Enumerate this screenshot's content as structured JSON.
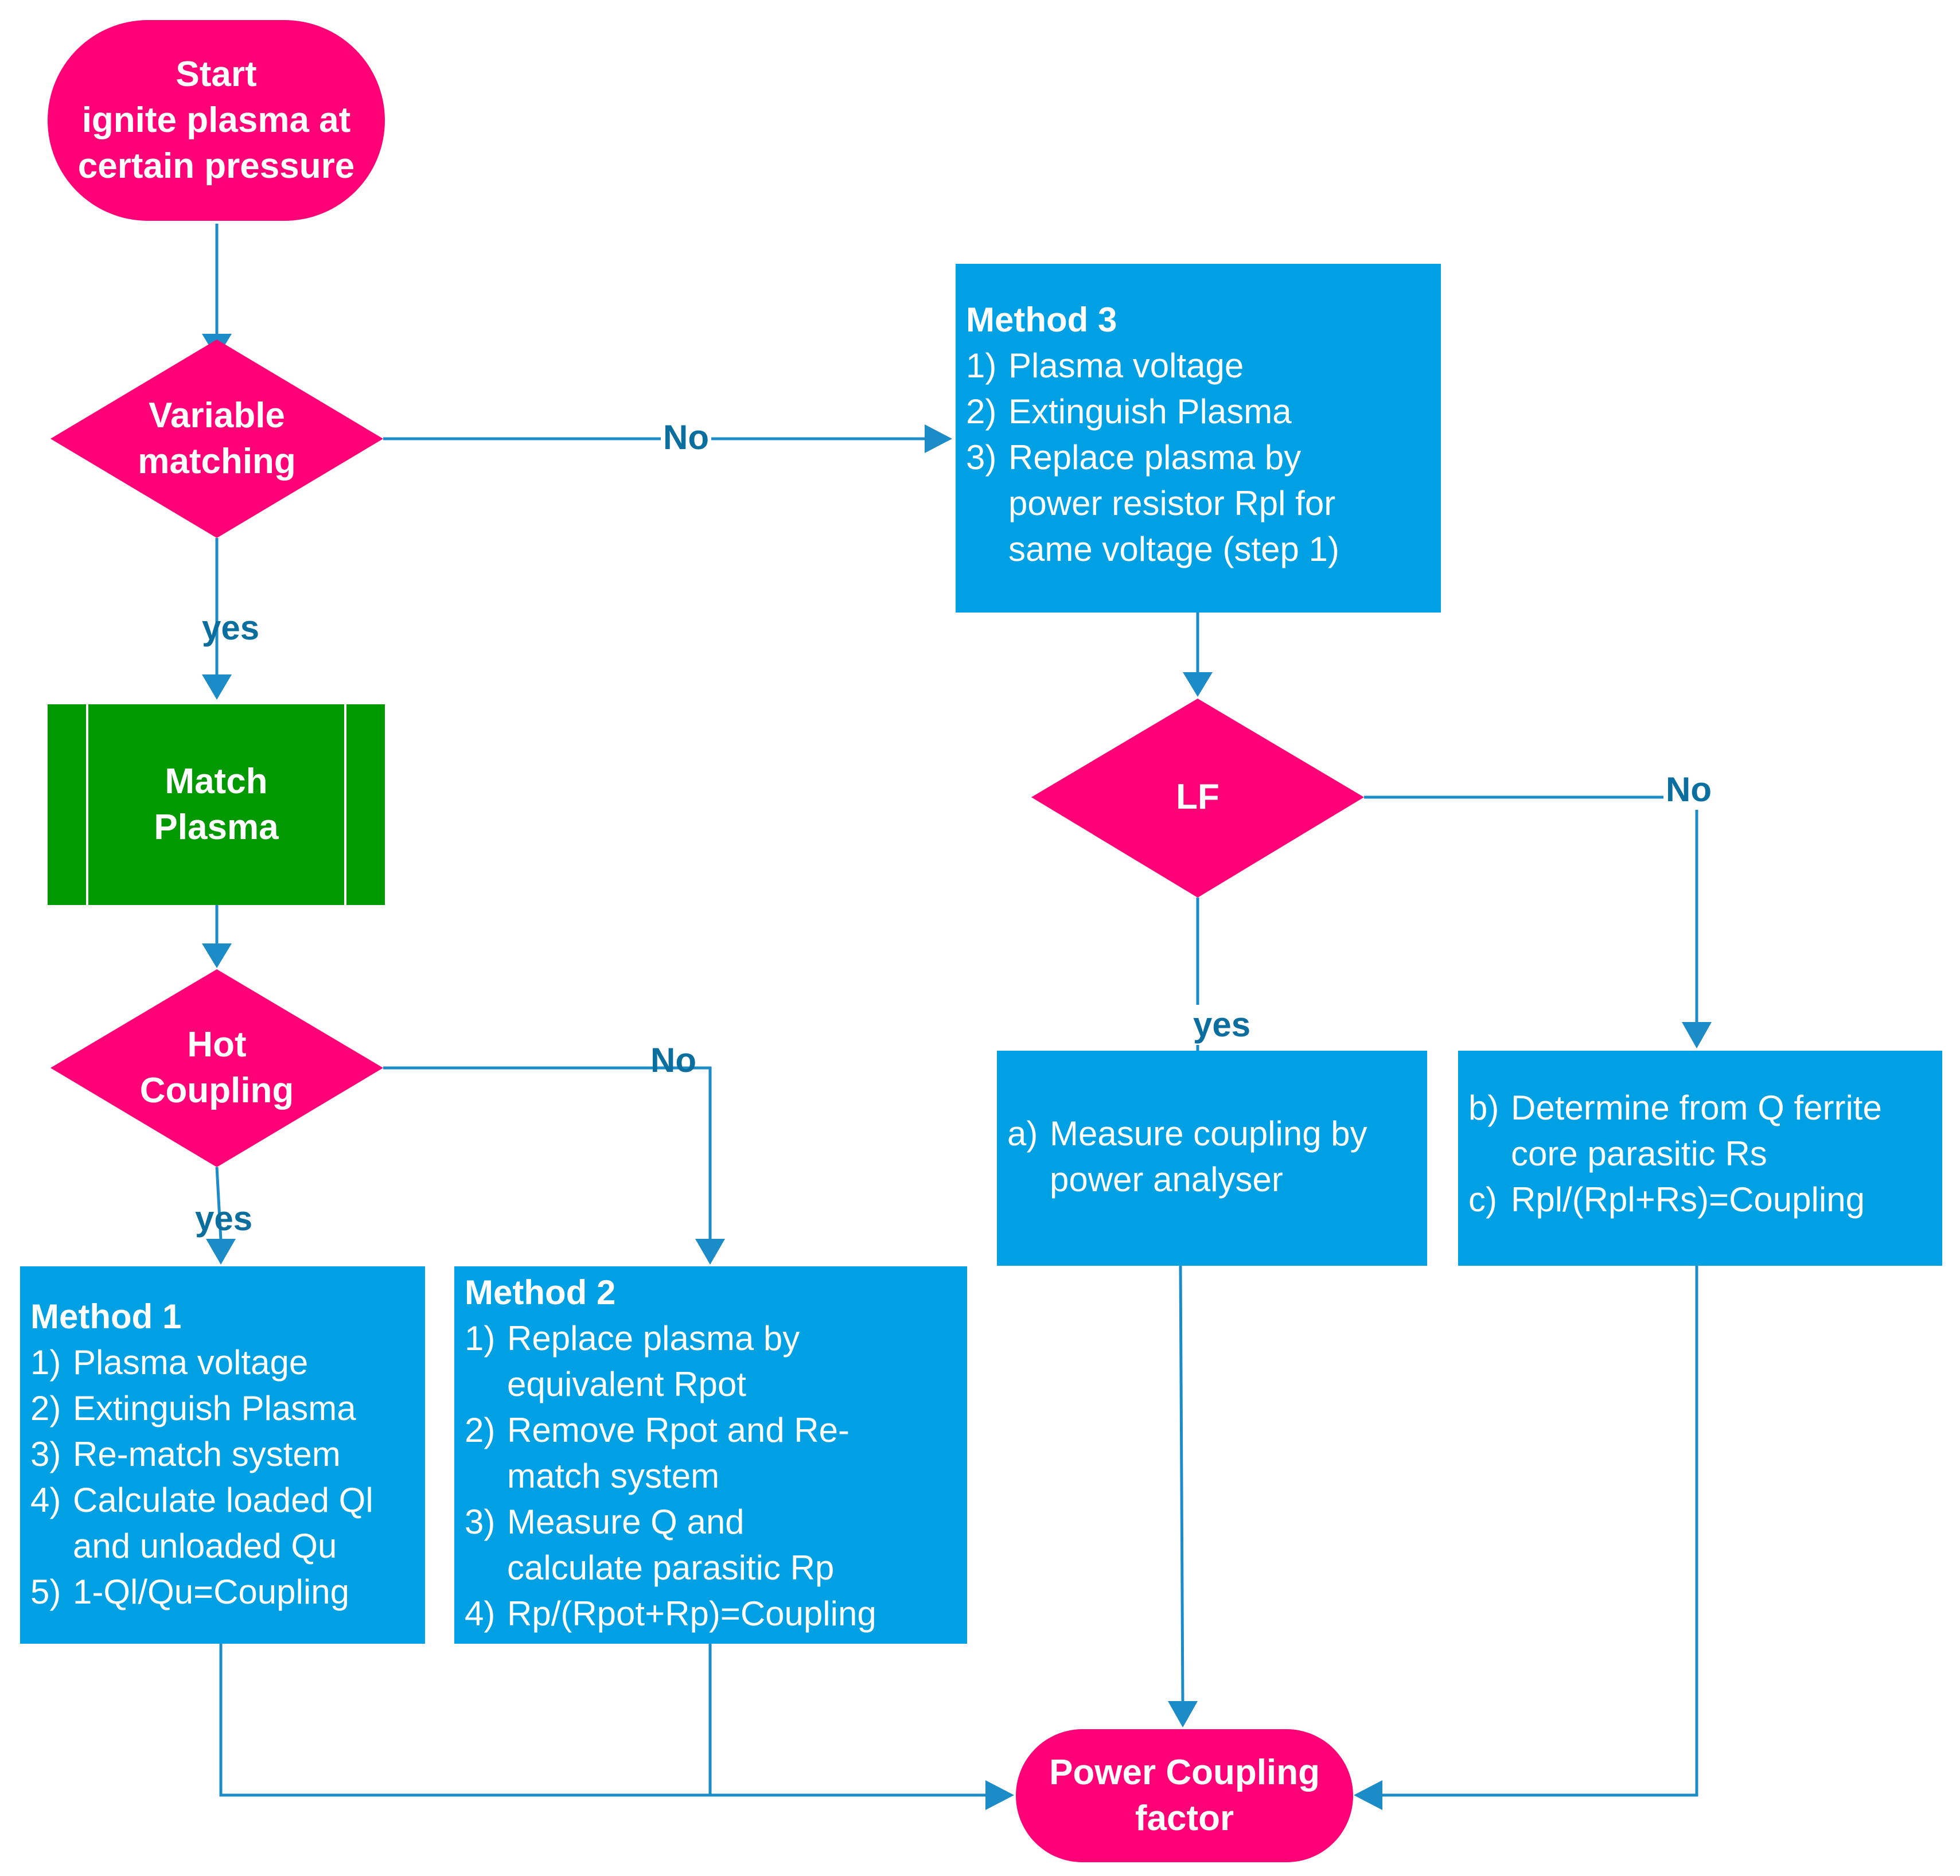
{
  "colors": {
    "terminal": "#ff0077",
    "decision": "#ff0077",
    "process": "#009900",
    "method_box": "#00a0e4",
    "connector": "#1b8cc8",
    "edge_label": "#0a6e9e"
  },
  "nodes": {
    "start": {
      "lines": [
        "Start",
        "ignite plasma at",
        "certain pressure"
      ]
    },
    "variable_matching": {
      "lines": [
        "Variable",
        "matching"
      ]
    },
    "match_plasma": {
      "lines": [
        "Match",
        "Plasma"
      ]
    },
    "hot_coupling": {
      "lines": [
        "Hot",
        "Coupling"
      ]
    },
    "lf": {
      "lines": [
        "LF"
      ]
    },
    "end": {
      "lines": [
        "Power Coupling",
        "factor"
      ]
    }
  },
  "methods": {
    "method1": {
      "title": "Method 1",
      "items": [
        {
          "num": "1)",
          "lines": [
            "Plasma voltage"
          ]
        },
        {
          "num": "2)",
          "lines": [
            "Extinguish Plasma"
          ]
        },
        {
          "num": "3)",
          "lines": [
            "Re-match system"
          ]
        },
        {
          "num": "4)",
          "lines": [
            "Calculate loaded Ql",
            "and unloaded Qu"
          ]
        },
        {
          "num": "5)",
          "lines": [
            "1-Ql/Qu=Coupling"
          ]
        }
      ]
    },
    "method2": {
      "title": "Method 2",
      "items": [
        {
          "num": "1)",
          "lines": [
            "Replace plasma by",
            "equivalent Rpot"
          ]
        },
        {
          "num": "2)",
          "lines": [
            "Remove Rpot and Re-",
            "match system"
          ]
        },
        {
          "num": "3)",
          "lines": [
            "Measure Q and",
            "calculate parasitic Rp"
          ]
        },
        {
          "num": "4)",
          "lines": [
            "Rp/(Rpot+Rp)=Coupling"
          ]
        }
      ]
    },
    "method3": {
      "title": "Method 3",
      "items": [
        {
          "num": "1)",
          "lines": [
            "Plasma voltage"
          ]
        },
        {
          "num": "2)",
          "lines": [
            "Extinguish Plasma"
          ]
        },
        {
          "num": "3)",
          "lines": [
            "Replace plasma by",
            "power resistor Rpl for",
            "same voltage (step 1)"
          ]
        }
      ]
    },
    "lf_yes": {
      "title": "",
      "items": [
        {
          "num": "a)",
          "lines": [
            "Measure coupling by",
            "power analyser"
          ]
        }
      ]
    },
    "lf_no": {
      "title": "",
      "items": [
        {
          "num": "b)",
          "lines": [
            "Determine from Q ferrite",
            "core parasitic Rs"
          ]
        },
        {
          "num": "c)",
          "lines": [
            "Rpl/(Rpl+Rs)=Coupling"
          ]
        }
      ]
    }
  },
  "edge_labels": {
    "vm_no": "No",
    "vm_yes": "yes",
    "hc_no": "No",
    "hc_yes": "yes",
    "lf_no": "No",
    "lf_yes": "yes"
  }
}
